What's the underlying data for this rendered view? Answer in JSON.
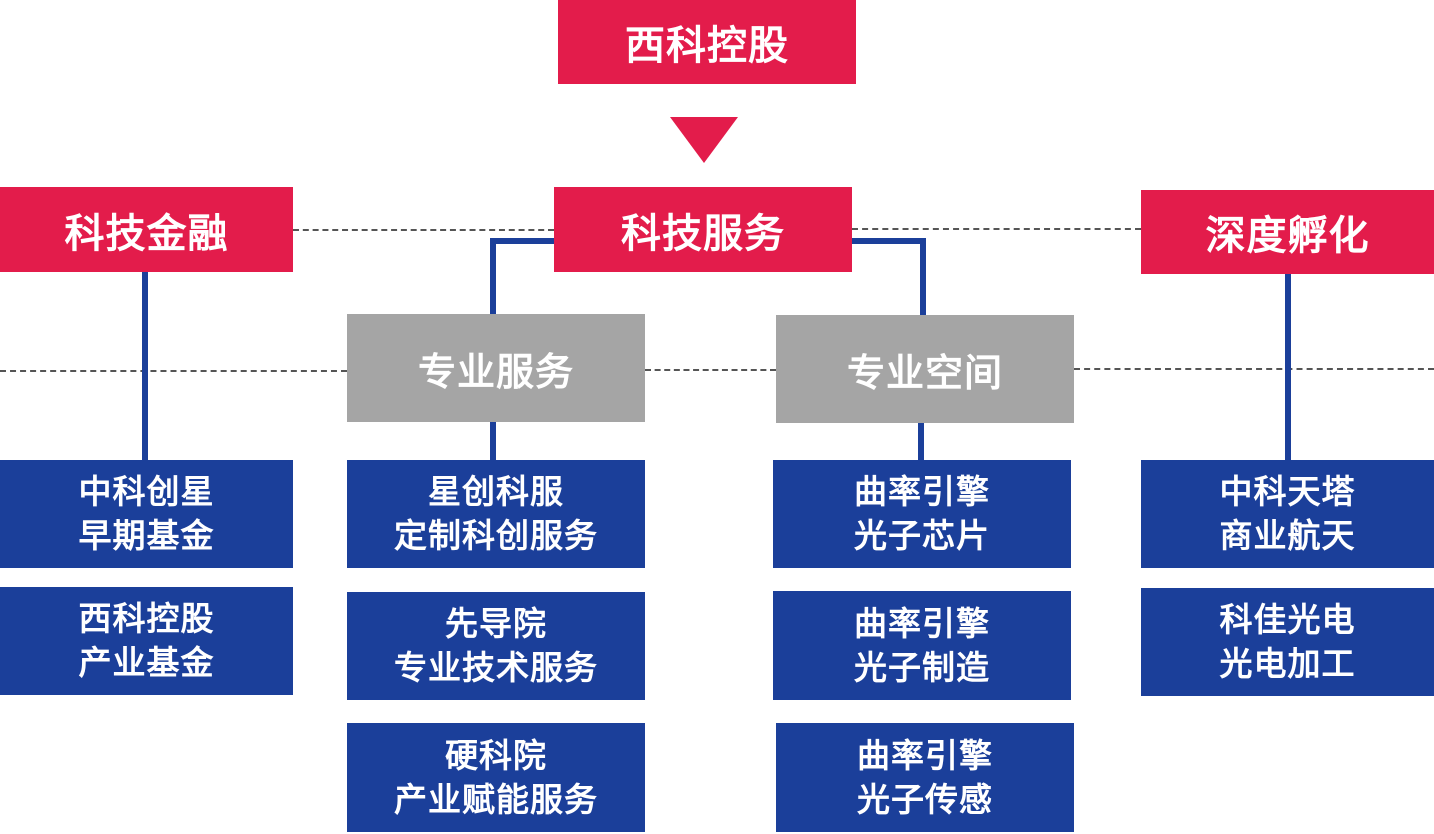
{
  "root": "西科控股",
  "level1": {
    "left": "科技金融",
    "center": "科技服务",
    "right": "深度孵化"
  },
  "level2": {
    "left": "专业服务",
    "right": "专业空间"
  },
  "leaves": {
    "finance": [
      [
        "中科创星",
        "早期基金"
      ],
      [
        "西科控股",
        "产业基金"
      ]
    ],
    "prof_service": [
      [
        "星创科服",
        "定制科创服务"
      ],
      [
        "先导院",
        "专业技术服务"
      ],
      [
        "硬科院",
        "产业赋能服务"
      ]
    ],
    "prof_space": [
      [
        "曲率引擎",
        "光子芯片"
      ],
      [
        "曲率引擎",
        "光子制造"
      ],
      [
        "曲率引擎",
        "光子传感"
      ]
    ],
    "incubation": [
      [
        "中科天塔",
        "商业航天"
      ],
      [
        "科佳光电",
        "光电加工"
      ]
    ]
  },
  "colors": {
    "red": "#e31c4b",
    "blue": "#1b3f9a",
    "gray": "#a5a5a5"
  }
}
